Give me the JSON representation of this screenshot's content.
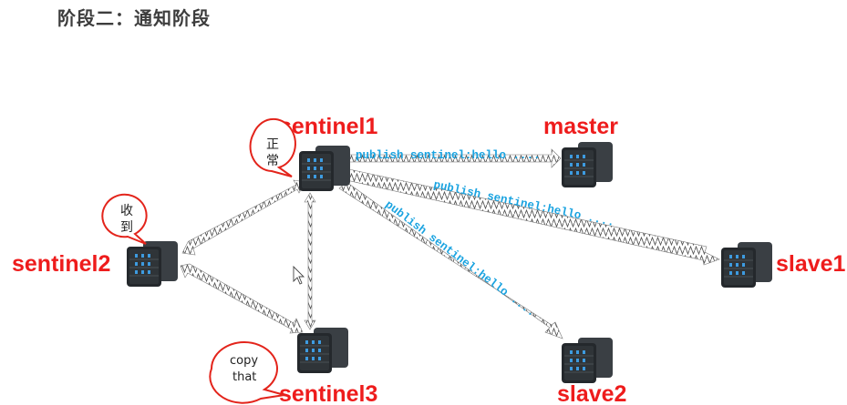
{
  "page": {
    "title": "阶段二：通知阶段"
  },
  "nodes": {
    "sentinel1": "sentinel1",
    "sentinel2": "sentinel2",
    "sentinel3": "sentinel3",
    "master": "master",
    "slave1": "slave1",
    "slave2": "slave2"
  },
  "bubbles": {
    "sentinel1": [
      "正",
      "常"
    ],
    "sentinel2": [
      "收",
      "到"
    ],
    "sentinel3": [
      "copy",
      "that"
    ]
  },
  "messages": {
    "to_master": "publish sentinel:hello ....",
    "to_slave1": "publish sentinel:hello ....",
    "to_slave2": "publish sentinel:hello ...."
  },
  "colors": {
    "label": "#ee1c1c",
    "message": "#1aa3e0",
    "bubble_border": "#e3241b",
    "server": "#2b2f33",
    "server_led": "#3d9be0"
  }
}
